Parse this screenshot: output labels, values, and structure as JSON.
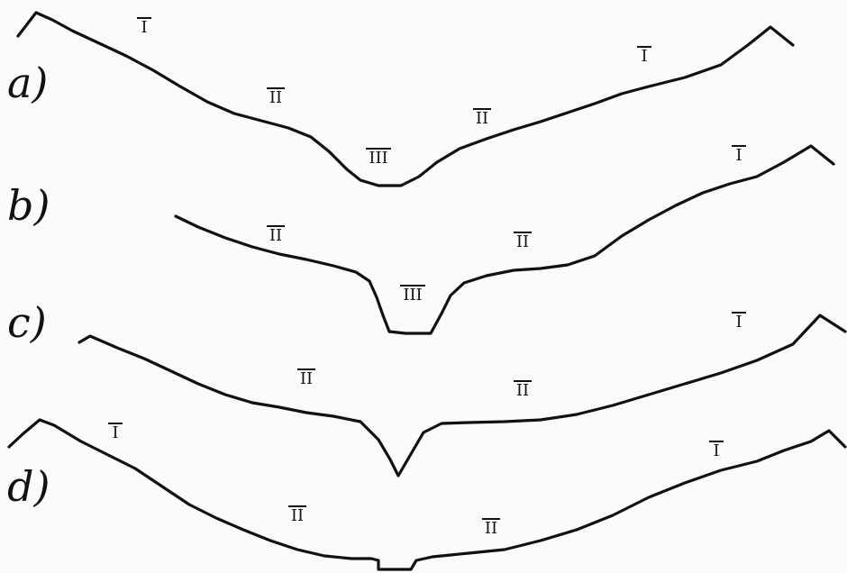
{
  "figure": {
    "profiles": [
      {
        "id": "a",
        "label": "a)",
        "zones": [
          "I",
          "II",
          "III",
          "II",
          "I"
        ]
      },
      {
        "id": "b",
        "label": "b)",
        "zones": [
          "II",
          "III",
          "II",
          "I"
        ]
      },
      {
        "id": "c",
        "label": "c)",
        "zones": [
          "II",
          "II",
          "I"
        ]
      },
      {
        "id": "d",
        "label": "d)",
        "zones": [
          "I",
          "II",
          "II",
          "I"
        ]
      }
    ]
  },
  "colors": {
    "ink": "#111111",
    "paper": "#fbfbfa"
  }
}
